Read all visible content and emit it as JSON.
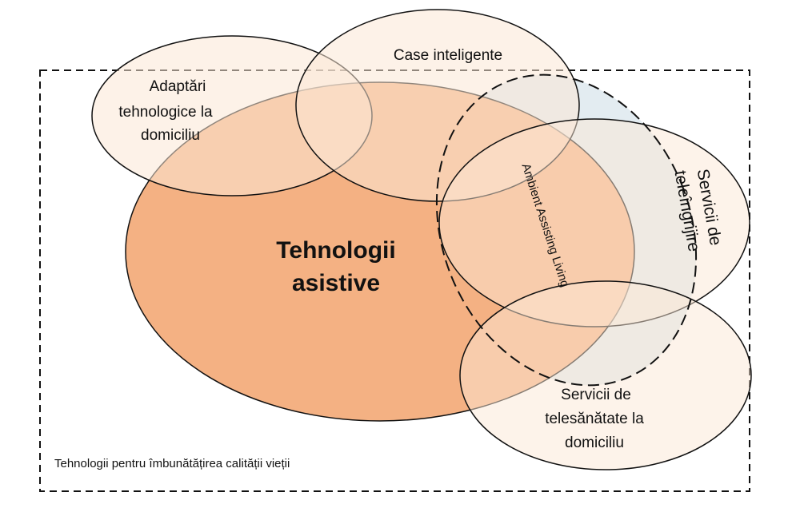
{
  "colors": {
    "assistive_fill": "#f4b183",
    "overlay_fill": "#fce7d6",
    "aal_fill": "#e3ecf1",
    "stroke": "#111111"
  },
  "labels": {
    "boundary": "Tehnologii pentru îmbunătățirea calității vieții",
    "assistive_line1": "Tehnologii",
    "assistive_line2": "asistive",
    "smart_homes": "Case inteligente",
    "home_adapt_line1": "Adaptări",
    "home_adapt_line2": "tehnologice la",
    "home_adapt_line3": "domiciliu",
    "telecare_line1": "Servicii de",
    "telecare_line2": "teleîngrijire",
    "telehealth_line1": "Servicii de",
    "telehealth_line2": "telesănătate la",
    "telehealth_line3": "domiciliu",
    "aal": "Ambient Assisting Living"
  }
}
